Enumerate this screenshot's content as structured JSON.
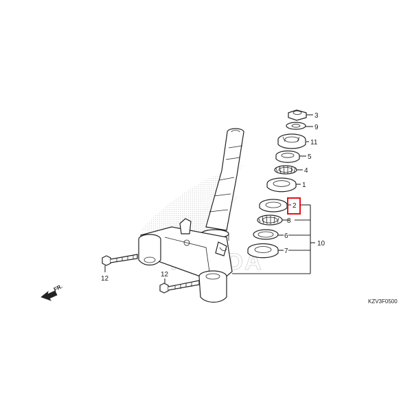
{
  "diagram": {
    "code": "KZV3F0500",
    "direction_label": "FR.",
    "watermark": "HONDA",
    "highlight_color": "#e0121b",
    "highlighted_callout": "2",
    "callouts": [
      "3",
      "9",
      "11",
      "5",
      "4",
      "1",
      "2",
      "8",
      "6",
      "7",
      "10",
      "12",
      "12"
    ]
  }
}
